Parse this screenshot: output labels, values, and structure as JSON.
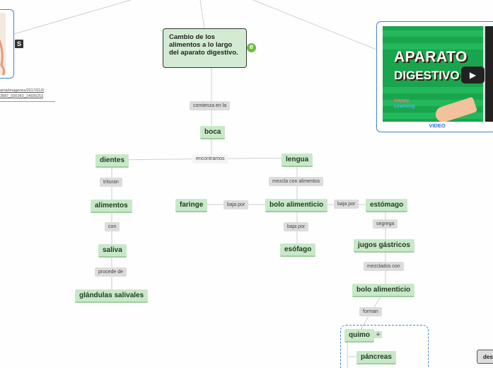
{
  "main_topic": "Cambio de los alimentos a lo largo del aparato digestivo.",
  "main_icon": "e",
  "left_badge": "S",
  "left_url": "ama/imagenes/2017/01/0 3887_556360_14836253",
  "video": {
    "title_line1": "APARATO",
    "title_line2": "DIGESTIVO",
    "logo_line1": "Happy",
    "logo_line2": "Learning",
    "label": "VIDEO"
  },
  "nodes": {
    "boca": "boca",
    "dientes": "dientes",
    "lengua": "lengua",
    "alimentos": "alimentos",
    "saliva": "saliva",
    "glandulas": "glándulas salivales",
    "faringe": "faringe",
    "bolo1": "bolo alimenticio",
    "esofago": "esófago",
    "estomago": "estómago",
    "jugos": "jugos gástricos",
    "bolo2": "bolo alimenticio",
    "quimo": "quimo",
    "pancreas": "páncreas"
  },
  "links": {
    "comienza": "comienza en la",
    "encontramos": "encontramos",
    "trituran": "trituran",
    "con": "con",
    "procede": "procede de",
    "mezcla": "mezcla con alimentos",
    "baja1": "baja por",
    "baja2": "baja por",
    "baja3": "baja por",
    "segrega": "segrega",
    "mezclados": "mezclados con",
    "forman": "forman"
  },
  "quimo_icon": "≡",
  "corner_button": "des"
}
